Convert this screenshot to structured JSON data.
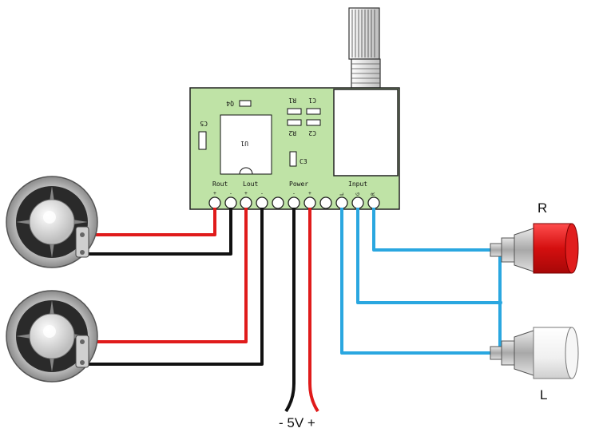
{
  "board": {
    "silkscreen": {
      "q4": "Q4",
      "c5": "C5",
      "u1": "U1",
      "r1": "R1",
      "c1": "C1",
      "r2": "R2",
      "c2": "C2",
      "c3": "C3",
      "rout": "Rout",
      "lout": "Lout",
      "power": "Power",
      "input": "Input",
      "plus": "+",
      "minus": "-",
      "in_l": "L",
      "in_g": "G",
      "in_r": "R"
    }
  },
  "labels": {
    "power_supply": "- 5V +",
    "right_plug": "R",
    "left_plug": "L"
  },
  "colors": {
    "board": "#bfe3a6",
    "wire_red": "#e01b1b",
    "wire_black": "#111111",
    "wire_blue": "#2aa7e0",
    "plug_red": "#e11d1d"
  }
}
